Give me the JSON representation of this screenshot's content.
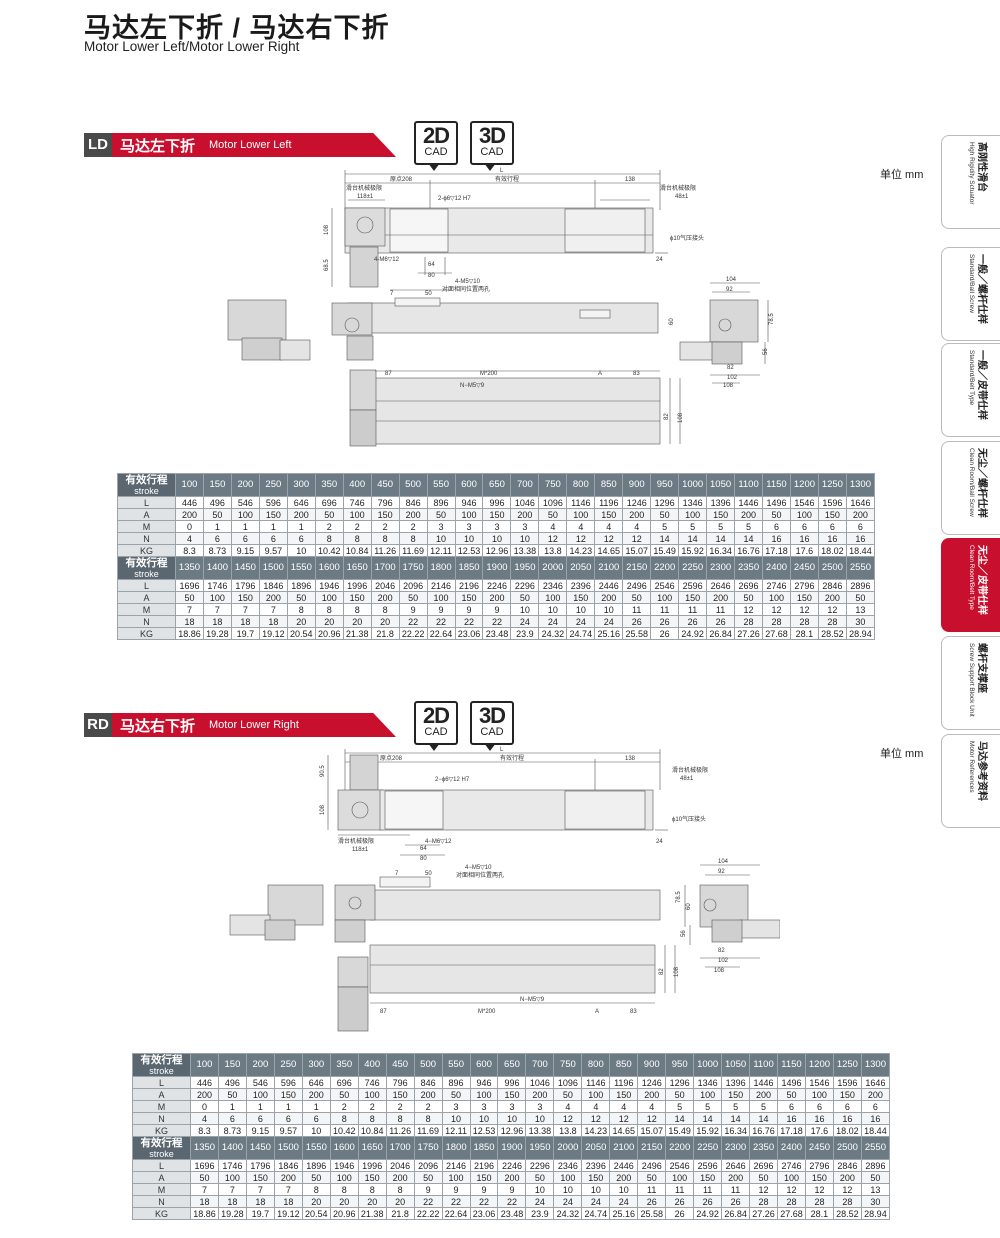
{
  "header": {
    "title": "马达左下折 / 马达右下折",
    "subtitle": "Motor Lower Left/Motor Lower Right"
  },
  "colors": {
    "accent": "#c8102e",
    "table_header": "#6c7a84",
    "code_bg": "#4a4a4a"
  },
  "unit_label": "单位 mm",
  "cad": {
    "two_d": "2D",
    "three_d": "3D",
    "cad": "CAD"
  },
  "sections": [
    {
      "code": "LD",
      "title_zh": "马达左下折",
      "title_en": "Motor Lower Left",
      "dims": {
        "L": "L",
        "origin": "原点208",
        "stroke": "有效行程",
        "d138": "138",
        "slide_limit": "滑台机械极限",
        "d118": "118±1",
        "right_limit": "滑台机械极限",
        "d48": "48±1",
        "hole": "2-ϕ6▽12 H7",
        "d108": "108",
        "d685": "68.5",
        "m6": "4-M6▽12",
        "d64": "64",
        "d80": "80",
        "d24": "24",
        "air": "ϕ10气压接头",
        "m5": "4-M5▽10",
        "same_pos": "对面相同位置两孔",
        "d7": "7",
        "d50": "50",
        "d60": "60",
        "d104": "104",
        "d92": "92",
        "d785": "78.5",
        "d56": "56",
        "d82": "82",
        "d102": "102",
        "d108b": "108",
        "d87": "87",
        "m200": "M*200",
        "a": "A",
        "d83": "83",
        "n5": "N−M5▽9",
        "d82b": "82",
        "d108c": "108"
      }
    },
    {
      "code": "RD",
      "title_zh": "马达右下折",
      "title_en": "Motor Lower Right",
      "dims": {
        "L": "L",
        "origin": "原点208",
        "stroke": "有效行程",
        "d138": "138",
        "d905": "90.5",
        "d108": "108",
        "hole": "2−ϕ6▽12 H7",
        "right_limit": "滑台机械极限",
        "d48": "48±1",
        "air": "ϕ10气压接头",
        "m6": "4−M6▽12",
        "d24": "24",
        "slide_limit": "滑台机械极限",
        "d118": "118±1",
        "d64": "64",
        "d80": "80",
        "m5": "4−M5▽10",
        "same_pos": "对面相同位置两孔",
        "d7": "7",
        "d50": "50",
        "d104": "104",
        "d92": "92",
        "d785": "78.5",
        "d60": "60",
        "d56": "56",
        "d82": "82",
        "d102": "102",
        "d108b": "108",
        "d82b": "82",
        "d108c": "108",
        "n5": "N−M5▽9",
        "d87": "87",
        "m200": "M*200",
        "a": "A",
        "d83": "83"
      }
    }
  ],
  "spec_table": {
    "stroke_label_zh": "有效行程",
    "stroke_label_en": "stroke",
    "row_labels": [
      "L",
      "A",
      "M",
      "N",
      "KG"
    ],
    "groups": [
      {
        "strokes": [
          "100",
          "150",
          "200",
          "250",
          "300",
          "350",
          "400",
          "450",
          "500",
          "550",
          "600",
          "650",
          "700",
          "750",
          "800",
          "850",
          "900",
          "950",
          "1000",
          "1050",
          "1100",
          "1150",
          "1200",
          "1250",
          "1300"
        ],
        "rows": [
          [
            "446",
            "496",
            "546",
            "596",
            "646",
            "696",
            "746",
            "796",
            "846",
            "896",
            "946",
            "996",
            "1046",
            "1096",
            "1146",
            "1196",
            "1246",
            "1296",
            "1346",
            "1396",
            "1446",
            "1496",
            "1546",
            "1596",
            "1646"
          ],
          [
            "200",
            "50",
            "100",
            "150",
            "200",
            "50",
            "100",
            "150",
            "200",
            "50",
            "100",
            "150",
            "200",
            "50",
            "100",
            "150",
            "200",
            "50",
            "100",
            "150",
            "200",
            "50",
            "100",
            "150",
            "200"
          ],
          [
            "0",
            "1",
            "1",
            "1",
            "1",
            "2",
            "2",
            "2",
            "2",
            "3",
            "3",
            "3",
            "3",
            "4",
            "4",
            "4",
            "4",
            "5",
            "5",
            "5",
            "5",
            "6",
            "6",
            "6",
            "6"
          ],
          [
            "4",
            "6",
            "6",
            "6",
            "6",
            "8",
            "8",
            "8",
            "8",
            "10",
            "10",
            "10",
            "10",
            "12",
            "12",
            "12",
            "12",
            "14",
            "14",
            "14",
            "14",
            "16",
            "16",
            "16",
            "16"
          ],
          [
            "8.3",
            "8.73",
            "9.15",
            "9.57",
            "10",
            "10.42",
            "10.84",
            "11.26",
            "11.69",
            "12.11",
            "12.53",
            "12.96",
            "13.38",
            "13.8",
            "14.23",
            "14.65",
            "15.07",
            "15.49",
            "15.92",
            "16.34",
            "16.76",
            "17.18",
            "17.6",
            "18.02",
            "18.44"
          ]
        ]
      },
      {
        "strokes": [
          "1350",
          "1400",
          "1450",
          "1500",
          "1550",
          "1600",
          "1650",
          "1700",
          "1750",
          "1800",
          "1850",
          "1900",
          "1950",
          "2000",
          "2050",
          "2100",
          "2150",
          "2200",
          "2250",
          "2300",
          "2350",
          "2400",
          "2450",
          "2500",
          "2550"
        ],
        "rows": [
          [
            "1696",
            "1746",
            "1796",
            "1846",
            "1896",
            "1946",
            "1996",
            "2046",
            "2096",
            "2146",
            "2196",
            "2246",
            "2296",
            "2346",
            "2396",
            "2446",
            "2496",
            "2546",
            "2596",
            "2646",
            "2696",
            "2746",
            "2796",
            "2846",
            "2896"
          ],
          [
            "50",
            "100",
            "150",
            "200",
            "50",
            "100",
            "150",
            "200",
            "50",
            "100",
            "150",
            "200",
            "50",
            "100",
            "150",
            "200",
            "50",
            "100",
            "150",
            "200",
            "50",
            "100",
            "150",
            "200",
            "50"
          ],
          [
            "7",
            "7",
            "7",
            "7",
            "8",
            "8",
            "8",
            "8",
            "9",
            "9",
            "9",
            "9",
            "10",
            "10",
            "10",
            "10",
            "11",
            "11",
            "11",
            "11",
            "12",
            "12",
            "12",
            "12",
            "13"
          ],
          [
            "18",
            "18",
            "18",
            "18",
            "20",
            "20",
            "20",
            "20",
            "22",
            "22",
            "22",
            "22",
            "24",
            "24",
            "24",
            "24",
            "26",
            "26",
            "26",
            "26",
            "28",
            "28",
            "28",
            "28",
            "30"
          ],
          [
            "18.86",
            "19.28",
            "19.7",
            "19.12",
            "20.54",
            "20.96",
            "21.38",
            "21.8",
            "22.22",
            "22.64",
            "23.06",
            "23.48",
            "23.9",
            "24.32",
            "24.74",
            "25.16",
            "25.58",
            "26",
            "24.92",
            "26.84",
            "27.26",
            "27.68",
            "28.1",
            "28.52",
            "28.94"
          ]
        ]
      }
    ]
  },
  "side_tabs": [
    {
      "zh": "高刚性滑台",
      "en": "High Rigidity Sctuator",
      "active": false
    },
    {
      "zh": "一般／螺杆仕样",
      "en": "Standard/Ball Screw",
      "active": false
    },
    {
      "zh": "一般／皮带仕样",
      "en": "Standard/Belt Type",
      "active": false
    },
    {
      "zh": "无尘／螺杆仕样",
      "en": "Clean Room/Ball Screw",
      "active": false
    },
    {
      "zh": "无尘／皮带仕样",
      "en": "Clean Room/Belt Type",
      "active": true
    },
    {
      "zh": "螺杆支撑座",
      "en": "Screw Support Block Unit",
      "active": false
    },
    {
      "zh": "马达参考资料",
      "en": "Motor References",
      "active": false
    }
  ]
}
